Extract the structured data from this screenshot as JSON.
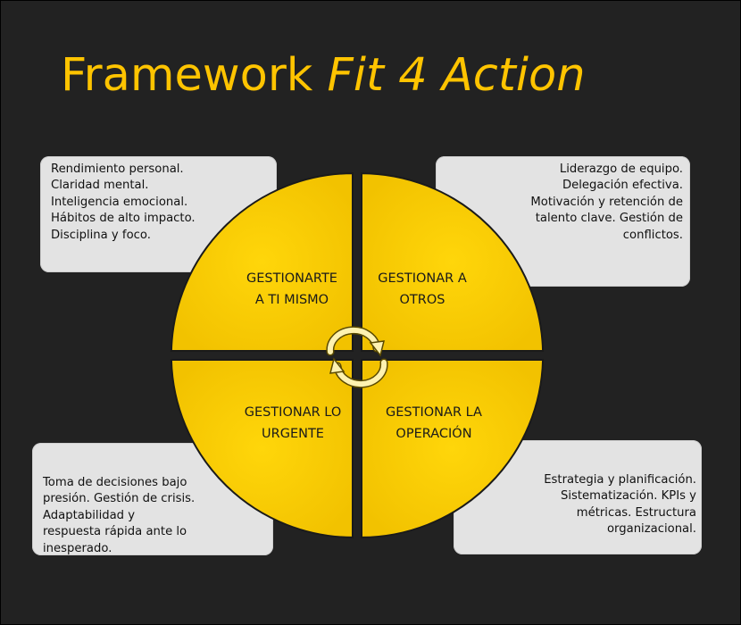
{
  "title": {
    "main": "Framework",
    "italic": "Fit 4 Action"
  },
  "quadrants": {
    "top_left": {
      "line1": "GESTIONARTE",
      "line2": "A TI MISMO"
    },
    "top_right": {
      "line1": "GESTIONAR A",
      "line2": "OTROS"
    },
    "bottom_left": {
      "line1": "GESTIONAR LO",
      "line2": "URGENTE"
    },
    "bottom_right": {
      "line1": "GESTIONAR LA",
      "line2": "OPERACIÓN"
    }
  },
  "cards": {
    "top_left": [
      " Rendimiento personal.",
      "Claridad mental.",
      "Inteligencia emocional.",
      "Hábitos de alto impacto.",
      "Disciplina y foco."
    ],
    "top_right": [
      "Liderazgo de equipo.",
      "Delegación efectiva.",
      "Motivación y retención de",
      "talento clave. Gestión de",
      "conflictos."
    ],
    "bottom_left": [
      "Toma de decisiones bajo",
      "presión. Gestión de crisis.",
      "Adaptabilidad y",
      "respuesta rápida ante lo",
      "inesperado."
    ],
    "bottom_right": [
      "Estrategia y planificación.",
      "Sistematización. KPIs y",
      "métricas. Estructura",
      "organizacional."
    ]
  },
  "colors": {
    "accent": "#ffc400",
    "quadrant_fill": "#ffd000",
    "background": "#222222",
    "card": "#e3e3e3"
  },
  "icons": {
    "center": "cycle-arrows-icon"
  }
}
